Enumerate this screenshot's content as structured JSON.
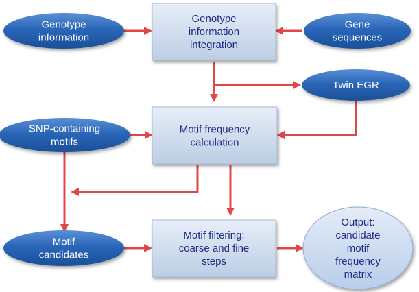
{
  "nodes": {
    "genotype_information": {
      "lines": [
        "Genotype",
        "information"
      ]
    },
    "genotype_integration": {
      "lines": [
        "Genotype",
        "information",
        "integration"
      ]
    },
    "gene_sequences": {
      "lines": [
        "Gene",
        "sequences"
      ]
    },
    "twin_egr": {
      "lines": [
        "Twin EGR"
      ]
    },
    "snp_motifs": {
      "lines": [
        "SNP-containing",
        "motifs"
      ]
    },
    "motif_frequency_calculation": {
      "lines": [
        "Motif frequency",
        "calculation"
      ]
    },
    "motif_candidates": {
      "lines": [
        "Motif",
        "candidates"
      ]
    },
    "motif_filtering": {
      "lines": [
        "Motif filtering:",
        "coarse and fine",
        "steps"
      ]
    },
    "output_matrix": {
      "lines": [
        "Output:",
        "candidate",
        "motif",
        "frequency",
        "matrix"
      ]
    }
  },
  "colors": {
    "arrow": "#e04848",
    "ellipse_dark": "#1e5aa8",
    "ellipse_light": "#c9daf0",
    "box_fill": "#cfdcec",
    "box_text": "#1f2a86",
    "light_text": "#1f2a86",
    "dark_text": "#ffffff"
  }
}
